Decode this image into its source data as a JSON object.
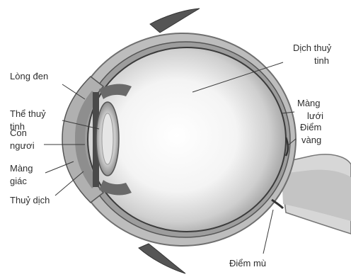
{
  "labels": {
    "cornea": "Lòng đen",
    "lens": [
      "Thể thuỷ",
      "tinh"
    ],
    "pupil": [
      "Con",
      "ngươi"
    ],
    "cornea_membrane": [
      "Màng",
      "giác"
    ],
    "aqueous": "Thuỷ dịch",
    "vitreous": [
      "Dịch thuỷ",
      "tinh"
    ],
    "retina": [
      "Màng",
      "lưới"
    ],
    "macula": [
      "Điểm",
      "vàng"
    ],
    "blind_spot": "Điểm mù"
  }
}
